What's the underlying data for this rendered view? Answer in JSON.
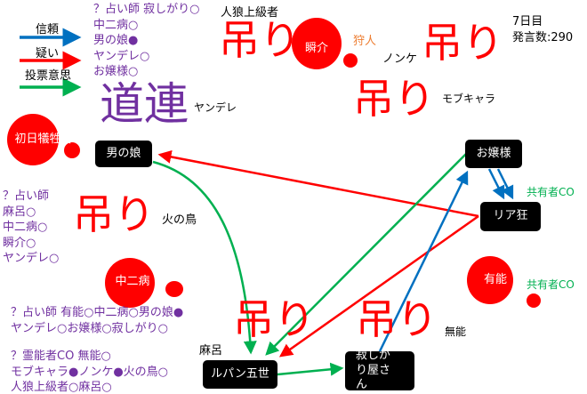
{
  "legend": {
    "trust": "信頼",
    "doubt": "疑い",
    "vote": "投票意思"
  },
  "colors": {
    "trust": "#0070c0",
    "doubt": "#ff0000",
    "vote": "#00b050",
    "note": "#7030a0",
    "hunter": "#ed7d31"
  },
  "status": {
    "day": "7日目",
    "posts": "発言数:290"
  },
  "top_notes": [
    "？占い師 寂しがり○",
    "中二病○",
    "男の娘●",
    "ヤンデレ○",
    "お嬢様○"
  ],
  "michizure": "道連",
  "hang_mark": "吊り",
  "dead_labels": {
    "werewolf_senior": "人狼上級者",
    "yandere": "ヤンデレ",
    "nonke": "ノンケ",
    "mobchara": "モブキャラ",
    "phoenix": "火の鳥",
    "maro": "麻呂",
    "munou": "無能"
  },
  "nodes": {
    "first_victim": "初日犠牲者",
    "otokonoko": "男の娘",
    "shunsuke": "瞬介",
    "ojousama": "お嬢様",
    "riakyou": "リア狂",
    "chuunibyou": "中二病",
    "yuunou": "有能",
    "lupin": "ルパン五世",
    "sabishigari": "寂しがり屋さん"
  },
  "roles": {
    "hunter": "狩人",
    "shared1": "共有者CO",
    "shared2": "共有者CO"
  },
  "left_notes": [
    "？占い師",
    "麻呂○",
    "中二病○",
    "瞬介○",
    "ヤンデレ○"
  ],
  "bottom_notes": [
    "？占い師 有能○中二病○男の娘●",
    "ヤンデレ○お嬢様○寂しがり○",
    "？霊能者CO 無能○",
    "モブキャラ●ノンケ●火の鳥○",
    "人狼上級者○麻呂○"
  ]
}
